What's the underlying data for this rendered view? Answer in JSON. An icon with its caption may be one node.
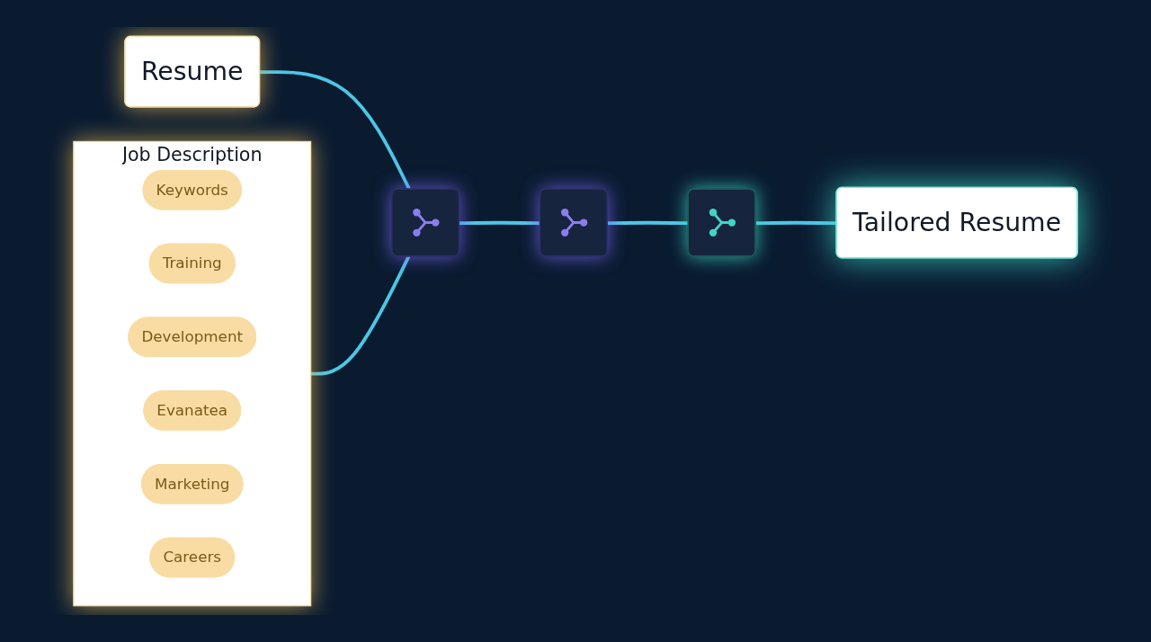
{
  "diagram": {
    "nodes": [
      {
        "text": [
          "Resume"
        ]
      },
      {
        "text": [
          "Job Description"
        ]
      },
      {
        "text": [
          "Keywords"
        ],
        "in": 1
      },
      {
        "text": [
          "Training"
        ],
        "in": 1
      },
      {
        "text": [
          "Development"
        ],
        "in": 1
      },
      {
        "text": [
          "Evanatea"
        ],
        "in": 1
      },
      {
        "text": [
          "Marketing"
        ],
        "in": 1
      },
      {
        "text": [
          "Careers"
        ],
        "in": 1
      },
      {
        "text": [],
        "shape": "box"
      },
      {
        "text": [],
        "shape": "box"
      },
      {
        "text": [],
        "shape": "box"
      },
      {
        "text": [
          "Tailored Resume"
        ]
      }
    ],
    "edges": [
      {
        "from": 0,
        "to": 8,
        "arrow": "none"
      },
      {
        "from": 1,
        "to": 8,
        "arrow": "none"
      },
      {
        "from": 8,
        "to": 9,
        "arrow": "none"
      },
      {
        "from": 9,
        "to": 10,
        "arrow": "none"
      },
      {
        "from": 10,
        "to": 11,
        "arrow": "none"
      }
    ]
  }
}
